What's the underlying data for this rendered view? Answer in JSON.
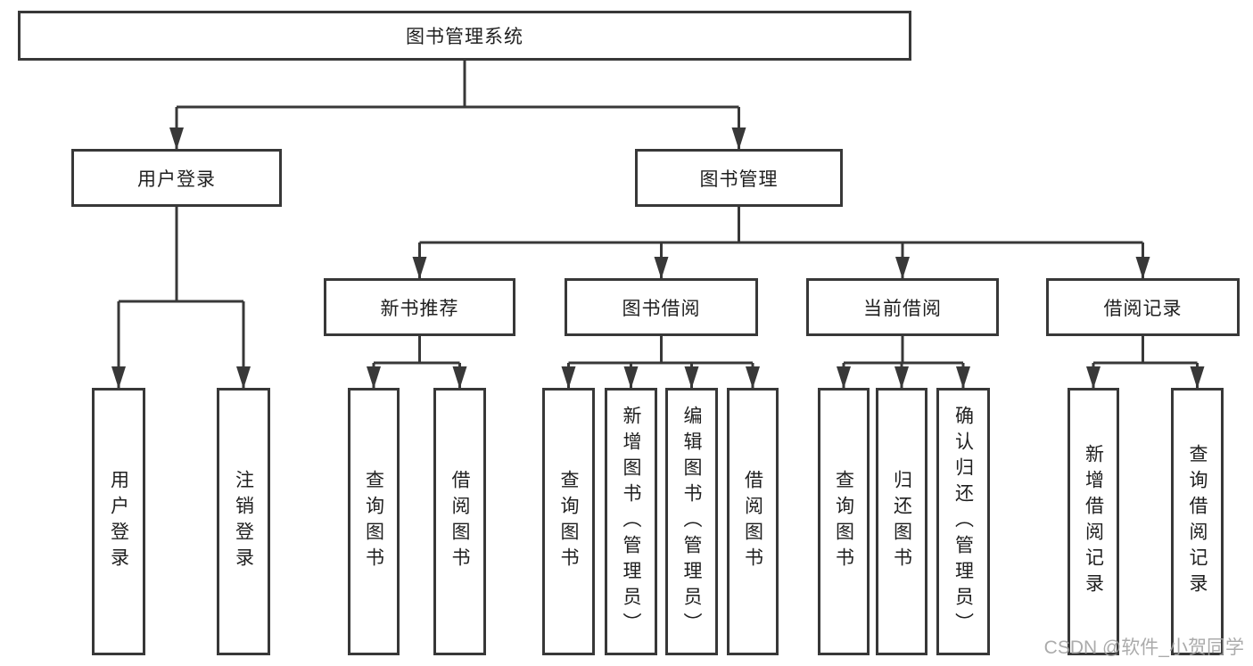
{
  "diagram": {
    "root": {
      "label": "图书管理系统",
      "children": [
        {
          "label": "用户登录",
          "children": [
            {
              "label": "用户登录"
            },
            {
              "label": "注销登录"
            }
          ]
        },
        {
          "label": "图书管理",
          "children": [
            {
              "label": "新书推荐",
              "children": [
                {
                  "label": "查询图书"
                },
                {
                  "label": "借阅图书"
                }
              ]
            },
            {
              "label": "图书借阅",
              "children": [
                {
                  "label": "查询图书"
                },
                {
                  "label": "新增图书（管理员）"
                },
                {
                  "label": "编辑图书（管理员）"
                },
                {
                  "label": "借阅图书"
                }
              ]
            },
            {
              "label": "当前借阅",
              "children": [
                {
                  "label": "查询图书"
                },
                {
                  "label": "归还图书"
                },
                {
                  "label": "确认归还（管理员）"
                }
              ]
            },
            {
              "label": "借阅记录",
              "children": [
                {
                  "label": "新增借阅记录"
                },
                {
                  "label": "查询借阅记录"
                }
              ]
            }
          ]
        }
      ]
    }
  },
  "watermark": {
    "text": "CSDN @软件_小贺同学"
  },
  "colors": {
    "line": "#383838",
    "box_border": "#383838",
    "text": "#1f1f1f",
    "watermark": "#a3a3a3",
    "background": "#ffffff"
  }
}
